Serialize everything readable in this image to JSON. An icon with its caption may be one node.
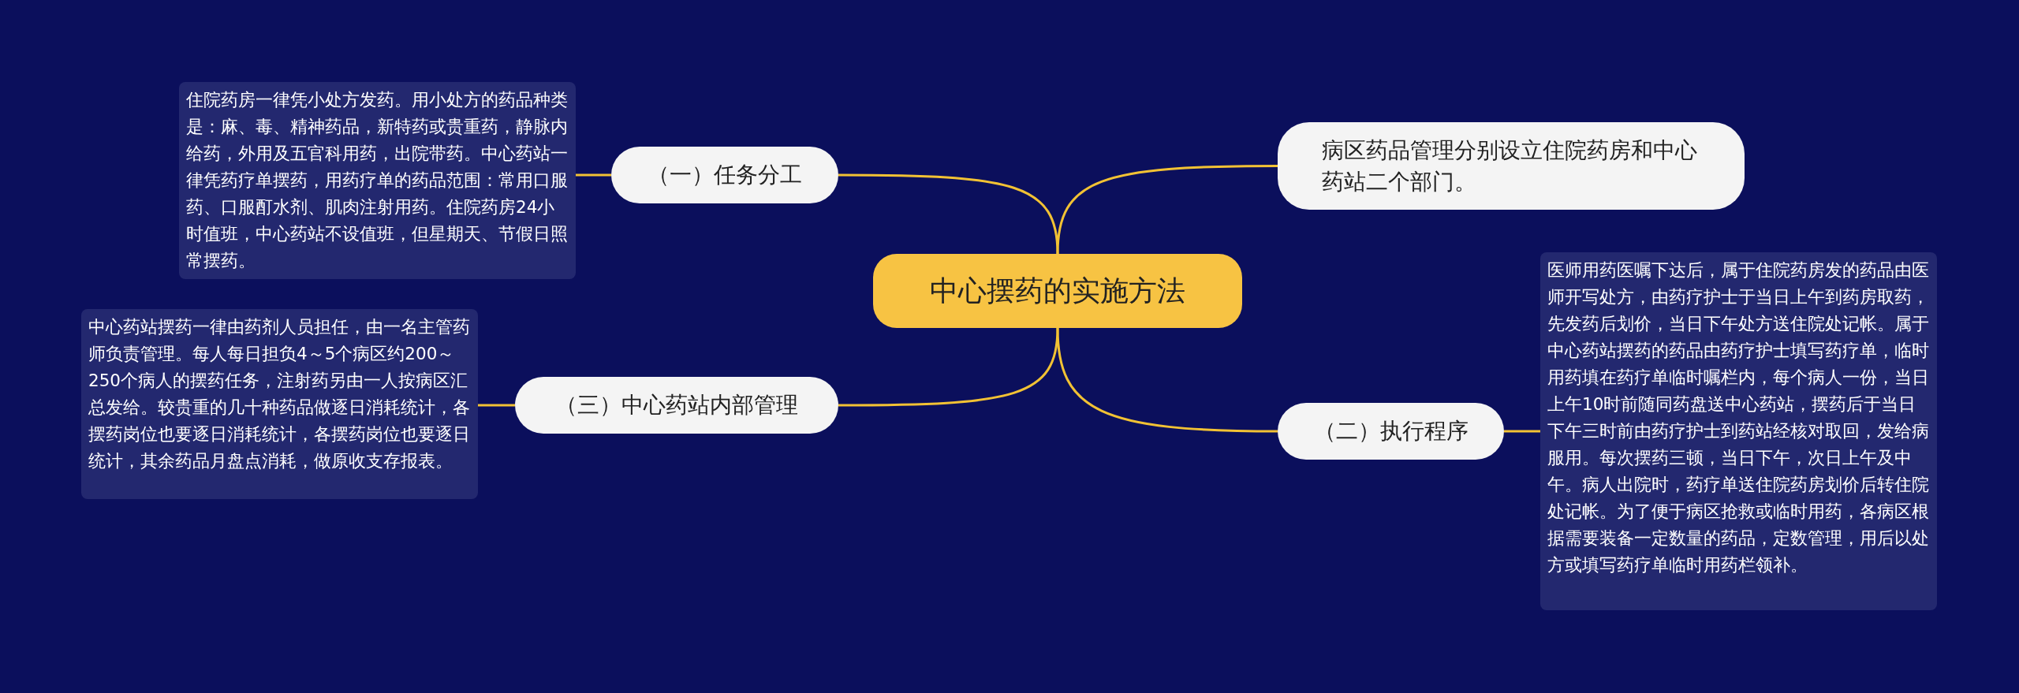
{
  "diagram": {
    "nodes": [
      {
        "text": [
          "中心摆药的实施方法"
        ]
      },
      {
        "text": [
          "病区药品管理分别设立住院药房和中心药站二个部门。"
        ]
      },
      {
        "text": [
          "（一）任务分工"
        ]
      },
      {
        "text": [
          "住院药房一律凭小处方发药。用小处方的药品种类是：麻、毒、精神药品，新特药或贵重药，静脉内给药，外用及五官科用药，出院带药。中心药站一律凭药疗单摆药，用药疗单的药品范围：常用口服药、口服酊水剂、肌肉注射用药。住院药房24小时值班，中心药站不设值班，但星期天、节假日照常摆药。"
        ]
      },
      {
        "text": [
          "（三）中心药站内部管理"
        ]
      },
      {
        "text": [
          "中心药站摆药一律由药剂人员担任，由一名主管药师负责管理。每人每日担负4～5个病区约200～250个病人的摆药任务，注射药另由一人按病区汇总发给。较贵重的几十种药品做逐日消耗统计，各摆药岗位也要逐日消耗统计，各摆药岗位也要逐日统计，其余药品月盘点消耗，做原收支存报表。"
        ]
      },
      {
        "text": [
          "（二）执行程序"
        ]
      },
      {
        "text": [
          "医师用药医嘱下达后，属于住院药房发的药品由医师开写处方，由药疗护士于当日上午到药房取药，先发药后划价，当日下午处方送住院处记帐。属于中心药站摆药的药品由药疗护士填写药疗单，临时用药填在药疗单临时嘱栏内，每个病人一份，当日上午10时前随同药盘送中心药站，摆药后于当日下午三时前由药疗护士到药站经核对取回，发给病服用。每次摆药三顿，当日下午，次日上午及中午。病人出院时，药疗单送住院药房划价后转住院处记帐。为了便于病区抢救或临时用药，各病区根据需要装备一定数量的药品，定数管理，用后以处方或填写药疗单临时用药栏领补。"
        ]
      }
    ],
    "edges": [
      {
        "from": 0,
        "to": 1,
        "arrow": "none"
      },
      {
        "from": 0,
        "to": 2,
        "arrow": "none"
      },
      {
        "from": 2,
        "to": 3,
        "arrow": "none"
      },
      {
        "from": 0,
        "to": 4,
        "arrow": "none"
      },
      {
        "from": 4,
        "to": 5,
        "arrow": "none"
      },
      {
        "from": 0,
        "to": 6,
        "arrow": "none"
      },
      {
        "from": 6,
        "to": 7,
        "arrow": "none"
      }
    ]
  }
}
